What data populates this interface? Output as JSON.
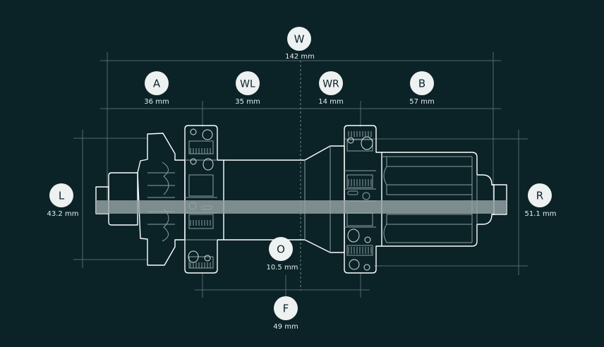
{
  "colors": {
    "background": "#0b2327",
    "outline": "#ffffff",
    "detail_line": "#8d9fa2",
    "dim_line": "#4f6a6e",
    "axle_band": "#96a3a5",
    "badge_fill": "#eef1f1",
    "badge_text": "#0b2327",
    "value_text": "#e6ecec"
  },
  "dimensions": [
    {
      "id": "W",
      "letter": "W",
      "value": "142 mm"
    },
    {
      "id": "A",
      "letter": "A",
      "value": "36 mm"
    },
    {
      "id": "WL",
      "letter": "WL",
      "value": "35 mm"
    },
    {
      "id": "WR",
      "letter": "WR",
      "value": "14 mm"
    },
    {
      "id": "B",
      "letter": "B",
      "value": "57 mm"
    },
    {
      "id": "L",
      "letter": "L",
      "value": "43.2 mm"
    },
    {
      "id": "R",
      "letter": "R",
      "value": "51.1 mm"
    },
    {
      "id": "O",
      "letter": "O",
      "value": "10.5 mm"
    },
    {
      "id": "F",
      "letter": "F",
      "value": "49 mm"
    }
  ]
}
